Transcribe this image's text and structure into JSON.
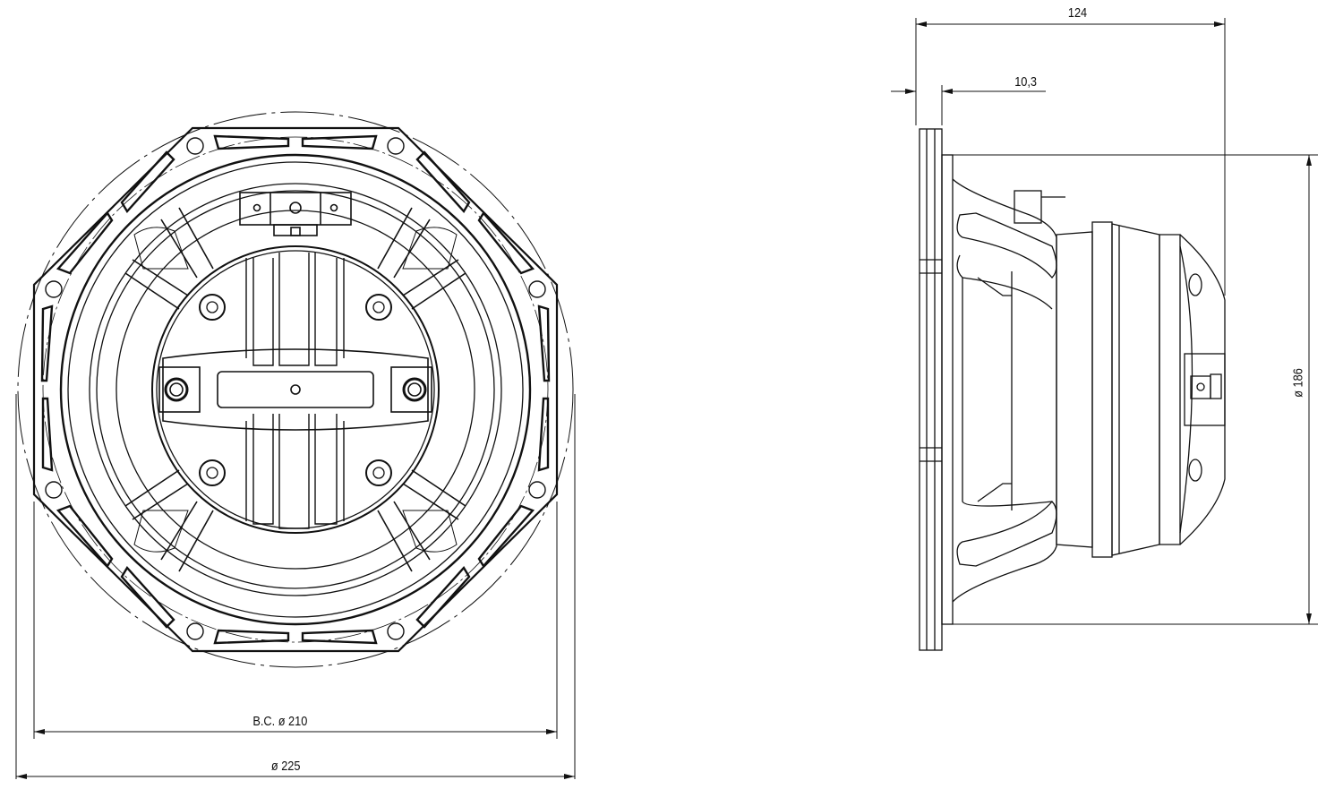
{
  "drawing": {
    "title": "Loudspeaker driver dimensional drawing",
    "views": [
      {
        "name": "front-view",
        "description": "Front view of speaker basket (rear side shown with motor and terminals)"
      },
      {
        "name": "side-view",
        "description": "Side profile view of speaker"
      }
    ],
    "line_color": "#111111",
    "background": "#ffffff"
  },
  "dimensions": {
    "overall_depth": {
      "label": "124",
      "units": "mm"
    },
    "flange_thickness": {
      "label": "10,3",
      "units": "mm"
    },
    "cutout_diameter": {
      "label": "ø 186",
      "symbol": "ø",
      "value": "186",
      "units": "mm"
    },
    "bolt_circle": {
      "label": "B.C. ø 210",
      "prefix": "B.C.",
      "symbol": "ø",
      "value": "210",
      "units": "mm"
    },
    "outer_diameter": {
      "label": "ø 225",
      "symbol": "ø",
      "value": "225",
      "units": "mm"
    }
  }
}
